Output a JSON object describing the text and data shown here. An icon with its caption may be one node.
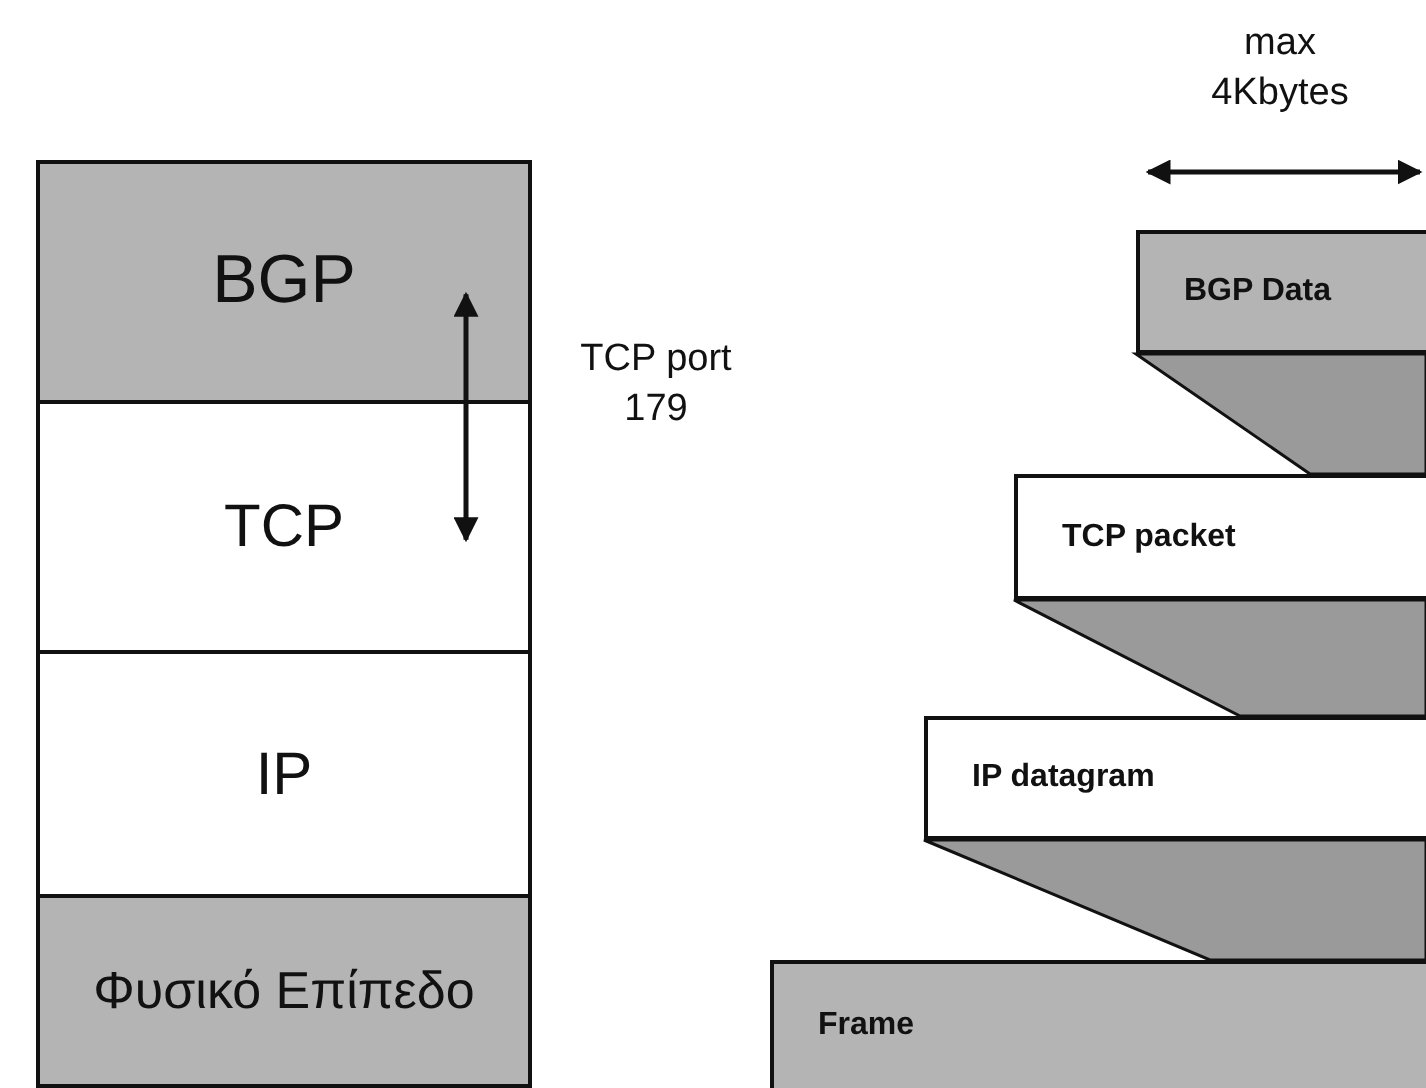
{
  "diagram": {
    "nodes": [
      {
        "text": [
          "BGP"
        ]
      },
      {
        "text": [
          "TCP"
        ]
      },
      {
        "text": [
          "IP"
        ]
      },
      {
        "text": [
          "Φυσικό Επίπεδο"
        ]
      },
      {
        "text": [
          "BGP Data"
        ]
      },
      {
        "text": [],
        "shape": "band"
      },
      {
        "text": [
          "TCP packet"
        ]
      },
      {
        "text": [],
        "shape": "band"
      },
      {
        "text": [
          "IP datagram"
        ]
      },
      {
        "text": [],
        "shape": "band"
      },
      {
        "text": [
          "Frame"
        ]
      }
    ],
    "edges": [
      {
        "from": 0,
        "to": 1,
        "arrow": "both"
      }
    ],
    "labels": [
      "max 4Kbytes",
      "TCP port 179"
    ]
  }
}
